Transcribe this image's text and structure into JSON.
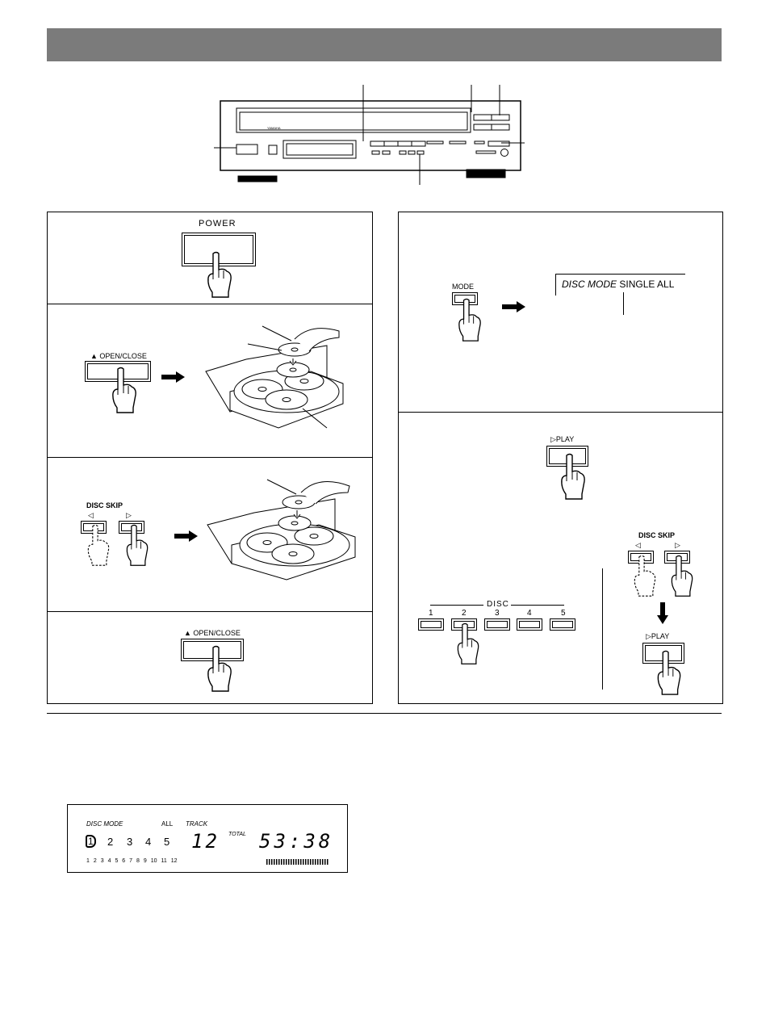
{
  "labels": {
    "power": "POWER",
    "open_close": "▲ OPEN/CLOSE",
    "disc_skip": "DISC SKIP",
    "skip_prev_symbol": "◁",
    "skip_next_symbol": "▷",
    "mode": "MODE",
    "play": "▷PLAY",
    "disc": "DISC",
    "disc_buttons": [
      "1",
      "2",
      "3",
      "4",
      "5"
    ]
  },
  "mode_display": {
    "text_italic": "DISC MODE",
    "text_plain": "SINGLE ALL"
  },
  "lcd": {
    "disc_mode": "DISC MODE",
    "all": "ALL",
    "track": "TRACK",
    "total": "TOTAL",
    "current_disc": "1",
    "discs": [
      "2",
      "3",
      "4",
      "5"
    ],
    "track_number": "12",
    "total_time": "53:38",
    "track_calendar": [
      "1",
      "2",
      "3",
      "4",
      "5",
      "6",
      "7",
      "8",
      "9",
      "10",
      "11",
      "12"
    ]
  },
  "icons": {
    "hand": "pointing-finger-icon",
    "arrow": "right-arrow-icon",
    "down_arrow": "down-arrow-icon"
  }
}
